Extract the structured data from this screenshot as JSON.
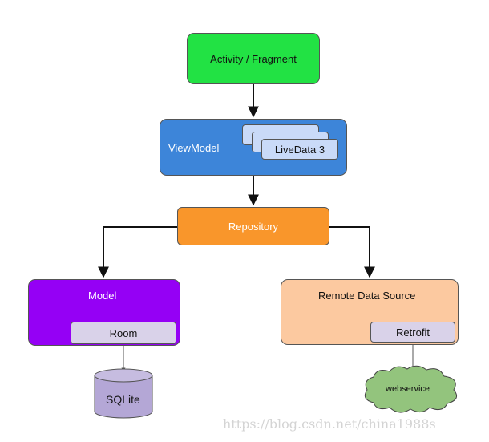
{
  "diagram": {
    "nodes": {
      "activity": "Activity / Fragment",
      "viewmodel": "ViewModel",
      "livedata": "LiveData 3",
      "repository": "Repository",
      "model": "Model",
      "room": "Room",
      "sqlite": "SQLite",
      "remote": "Remote Data Source",
      "retrofit": "Retrofit",
      "webservice": "webservice"
    },
    "colors": {
      "activity": "#22e244",
      "viewmodel": "#3d85d9",
      "livedata": "#c9daf8",
      "repository": "#f9962b",
      "model": "#9500f5",
      "chip": "#d9d2e9",
      "sqlite": "#b4a7d6",
      "remote": "#fcc9a0",
      "webservice": "#93c47d"
    },
    "watermark": "https://blog.csdn.net/china1988s"
  }
}
